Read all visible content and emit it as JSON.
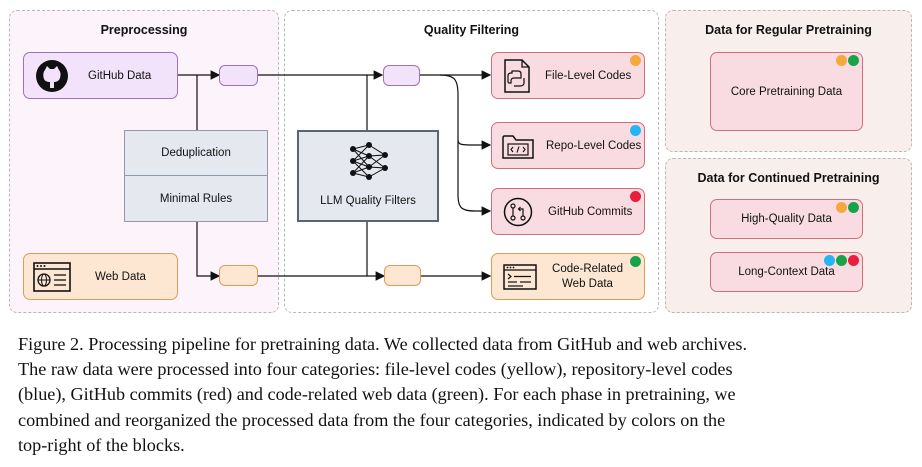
{
  "panels": {
    "preprocessing": "Preprocessing",
    "quality_filtering": "Quality Filtering",
    "regular": "Data for Regular Pretraining",
    "continued": "Data for Continued Pretraining"
  },
  "sources": {
    "github": "GitHub Data",
    "web": "Web Data"
  },
  "preprocess_steps": {
    "dedup": "Deduplication",
    "rules": "Minimal Rules"
  },
  "filter": {
    "label": "LLM Quality Filters"
  },
  "outputs": {
    "file_level": "File-Level Codes",
    "repo_level": "Repo-Level Codes",
    "commits": "GitHub Commits",
    "web_line1": "Code-Related",
    "web_line2": "Web Data"
  },
  "regular_items": {
    "core": "Core Pretraining Data"
  },
  "continued_items": {
    "hq": "High-Quality Data",
    "long": "Long-Context Data"
  },
  "colors": {
    "yellow": "#f5a93c",
    "blue": "#25b5f2",
    "red": "#ea1d3c",
    "green": "#18a34b"
  },
  "caption": [
    "Figure 2. Processing pipeline for pretraining data. We collected data from GitHub and web archives.",
    "The raw data were processed into four categories: file-level codes (yellow), repository-level codes",
    "(blue), GitHub commits (red) and code-related web data (green). For each phase in pretraining, we",
    "combined and reorganized the processed data from the four categories, indicated by colors on the",
    "top-right of the blocks."
  ]
}
